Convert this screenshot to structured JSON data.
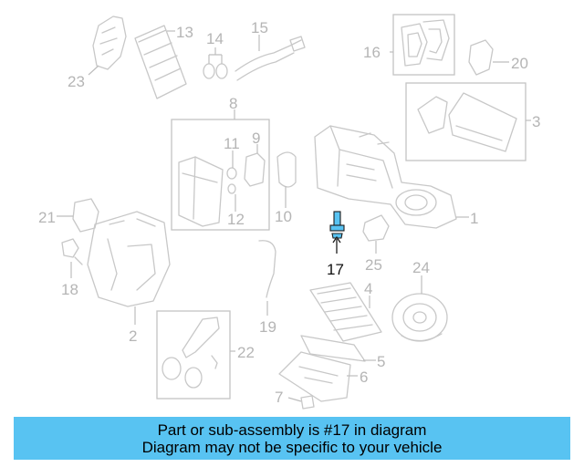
{
  "diagram": {
    "callouts": [
      "1",
      "2",
      "3",
      "4",
      "5",
      "6",
      "7",
      "8",
      "9",
      "10",
      "11",
      "12",
      "13",
      "14",
      "15",
      "16",
      "17",
      "18",
      "19",
      "20",
      "21",
      "22",
      "23",
      "24",
      "25"
    ],
    "highlighted_part": "17"
  },
  "banner": {
    "line1": "Part or sub-assembly is #17 in diagram",
    "line2": "Diagram may not be specific to your vehicle",
    "color": "#58c3f2"
  },
  "colors": {
    "line_art": "#c8c8c8",
    "highlight": "#1c1c1c",
    "highlight_part": "#58c3f2"
  }
}
